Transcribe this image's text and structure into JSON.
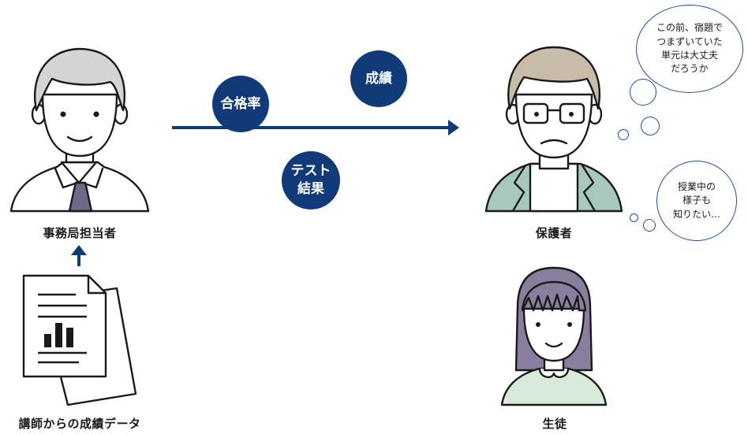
{
  "people": {
    "staff": {
      "label": "事務局担当者"
    },
    "guardian": {
      "label": "保護者"
    },
    "student": {
      "label": "生徒"
    }
  },
  "document": {
    "label": "講師からの成績データ"
  },
  "data_items": {
    "pass_rate": "合格率",
    "grades": "成績",
    "test_results_line1": "テスト",
    "test_results_line2": "結果"
  },
  "thoughts": {
    "first": "この前、宿題で\nつまずいていた\n単元は大丈夫\nだろうか",
    "second": "授業中の\n様子も\n知りたい…"
  },
  "colors": {
    "accent": "#103a78",
    "bubble_border": "#1d4d99"
  }
}
